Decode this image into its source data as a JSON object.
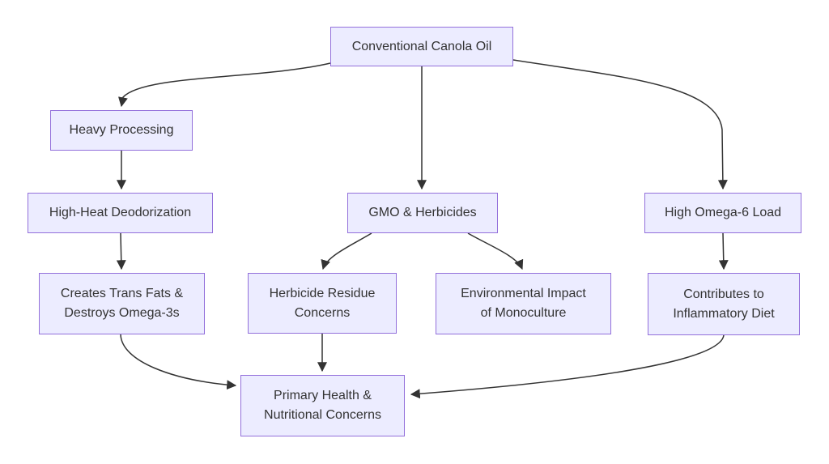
{
  "diagram": {
    "colors": {
      "node_fill": "#ECECFF",
      "node_border": "#9370DB",
      "node_text": "#333333",
      "edge_line": "#333333",
      "background": "#ffffff"
    },
    "nodes": {
      "root": {
        "label": "Conventional Canola Oil"
      },
      "heavy_processing": {
        "label": "Heavy Processing"
      },
      "high_heat_deodorization": {
        "label": "High-Heat Deodorization"
      },
      "trans_fats": {
        "line1": "Creates Trans Fats &",
        "line2": "Destroys Omega-3s"
      },
      "gmo_herbicides": {
        "label": "GMO & Herbicides"
      },
      "herbicide_residue": {
        "line1": "Herbicide Residue",
        "line2": "Concerns"
      },
      "environmental_impact": {
        "line1": "Environmental Impact",
        "line2": "of Monoculture"
      },
      "high_omega6": {
        "label": "High Omega-6 Load"
      },
      "inflammatory_diet": {
        "line1": "Contributes to",
        "line2": "Inflammatory Diet"
      },
      "primary_concerns": {
        "line1": "Primary Health &",
        "line2": "Nutritional Concerns"
      }
    },
    "edges": [
      {
        "from": "Conventional Canola Oil",
        "to": "Heavy Processing"
      },
      {
        "from": "Conventional Canola Oil",
        "to": "GMO & Herbicides"
      },
      {
        "from": "Conventional Canola Oil",
        "to": "High Omega-6 Load"
      },
      {
        "from": "Heavy Processing",
        "to": "High-Heat Deodorization"
      },
      {
        "from": "High-Heat Deodorization",
        "to": "Creates Trans Fats & Destroys Omega-3s"
      },
      {
        "from": "GMO & Herbicides",
        "to": "Herbicide Residue Concerns"
      },
      {
        "from": "GMO & Herbicides",
        "to": "Environmental Impact of Monoculture"
      },
      {
        "from": "High Omega-6 Load",
        "to": "Contributes to Inflammatory Diet"
      },
      {
        "from": "Creates Trans Fats & Destroys Omega-3s",
        "to": "Primary Health & Nutritional Concerns"
      },
      {
        "from": "Herbicide Residue Concerns",
        "to": "Primary Health & Nutritional Concerns"
      },
      {
        "from": "Contributes to Inflammatory Diet",
        "to": "Primary Health & Nutritional Concerns"
      }
    ]
  }
}
